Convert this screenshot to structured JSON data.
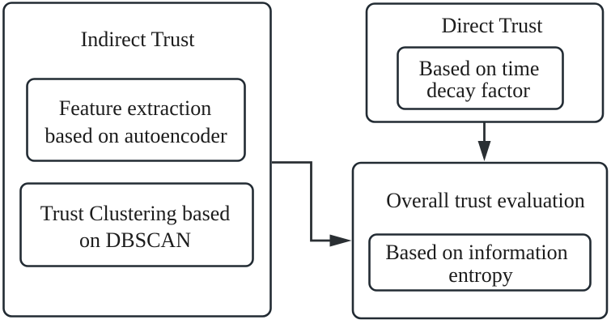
{
  "figure": {
    "colors": {
      "background": "#ffffff",
      "box_border": "#222b33",
      "connector": "#2a2f33",
      "text": "#1c1c1c"
    },
    "nodes": {
      "indirect": {
        "title": "Indirect Trust"
      },
      "feature": {
        "line1": "Feature extraction",
        "line2": "based on autoencoder"
      },
      "cluster": {
        "line1": "Trust Clustering based",
        "line2": "on DBSCAN"
      },
      "direct": {
        "title": "Direct Trust"
      },
      "decay": {
        "line1": "Based on time",
        "line2": "decay factor"
      },
      "overall": {
        "title": "Overall trust evaluation"
      },
      "entropy": {
        "line1": "Based on information",
        "line2": "entropy"
      }
    },
    "edges": [
      {
        "from": "Indirect Trust",
        "to": "Overall trust evaluation",
        "style": "elbow",
        "arrowhead": "right"
      },
      {
        "from": "Direct Trust",
        "to": "Overall trust evaluation",
        "style": "straight",
        "arrowhead": "down"
      }
    ]
  }
}
